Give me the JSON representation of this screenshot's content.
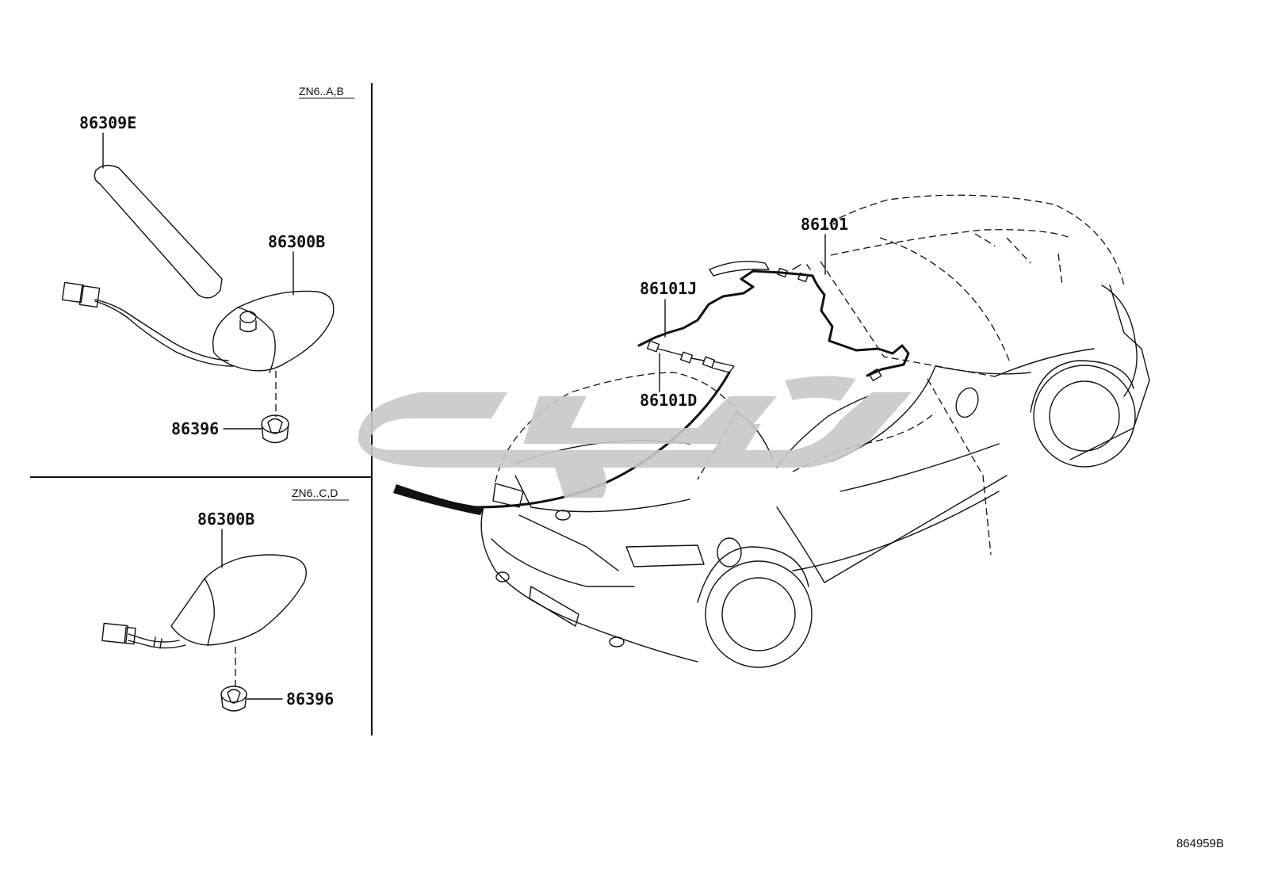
{
  "diagram": {
    "variants": [
      {
        "id": "ab",
        "label": "ZN6..A,B"
      },
      {
        "id": "cd",
        "label": "ZN6..C,D"
      }
    ],
    "parts": {
      "rod_antenna": "86309E",
      "antenna_base_ab": "86300B",
      "pad_ab": "86396",
      "shark_antenna_cd": "86300B",
      "pad_cd": "86396",
      "cord_main": "86101",
      "cord_j": "86101J",
      "cord_d": "86101D"
    },
    "reference_code": "864959B"
  }
}
